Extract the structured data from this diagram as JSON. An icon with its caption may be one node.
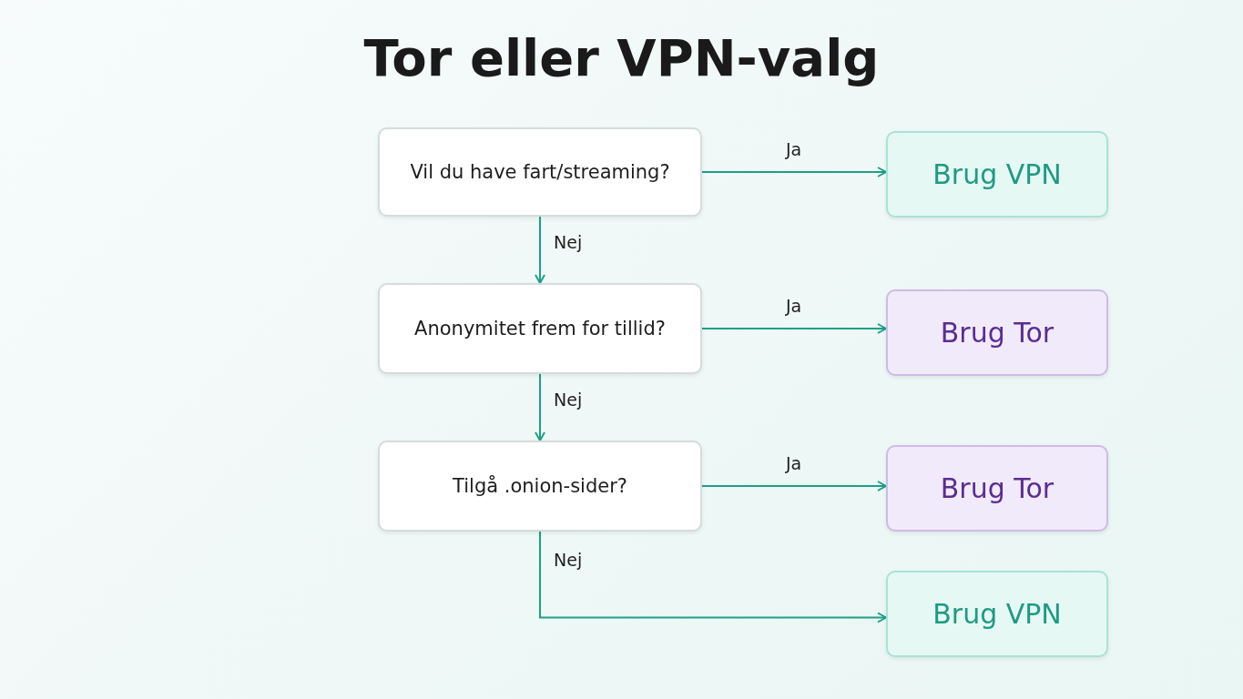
{
  "diagram": {
    "title": "Tor eller VPN-valg",
    "nodes": [
      {
        "text": [
          "Vil du have fart/streaming?"
        ]
      },
      {
        "text": [
          "Brug VPN"
        ]
      },
      {
        "text": [
          "Anonymitet frem for tillid?"
        ]
      },
      {
        "text": [
          "Brug Tor"
        ]
      },
      {
        "text": [
          "Tilgå .onion-sider?"
        ]
      },
      {
        "text": [
          "Brug Tor"
        ]
      },
      {
        "text": [
          "Brug VPN"
        ]
      }
    ],
    "edges": [
      {
        "from": 0,
        "to": 1,
        "arrow": "to",
        "label": "Ja"
      },
      {
        "from": 0,
        "to": 2,
        "arrow": "to",
        "label": "Nej"
      },
      {
        "from": 2,
        "to": 3,
        "arrow": "to",
        "label": "Ja"
      },
      {
        "from": 2,
        "to": 4,
        "arrow": "to",
        "label": "Nej"
      },
      {
        "from": 4,
        "to": 5,
        "arrow": "to",
        "label": "Ja"
      },
      {
        "from": 4,
        "to": 6,
        "arrow": "to",
        "label": "Nej"
      }
    ]
  }
}
